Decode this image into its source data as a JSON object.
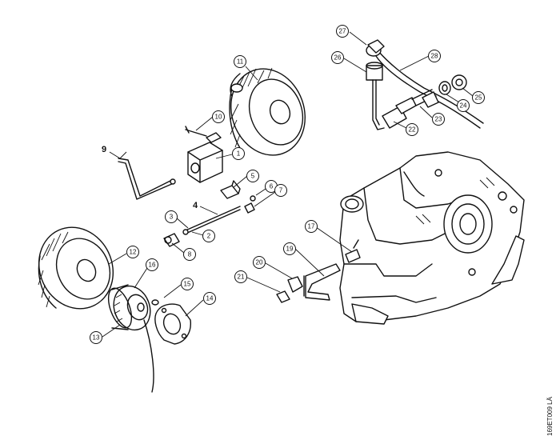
{
  "figure": {
    "reference_code": "169ET009 LÄ",
    "callouts": [
      "1",
      "2",
      "3",
      "5",
      "6",
      "7",
      "8",
      "10",
      "11",
      "12",
      "13",
      "14",
      "15",
      "16",
      "17",
      "19",
      "20",
      "21",
      "22",
      "23",
      "24",
      "25",
      "26",
      "27",
      "28"
    ],
    "plain_labels": [
      "4",
      "9"
    ]
  }
}
